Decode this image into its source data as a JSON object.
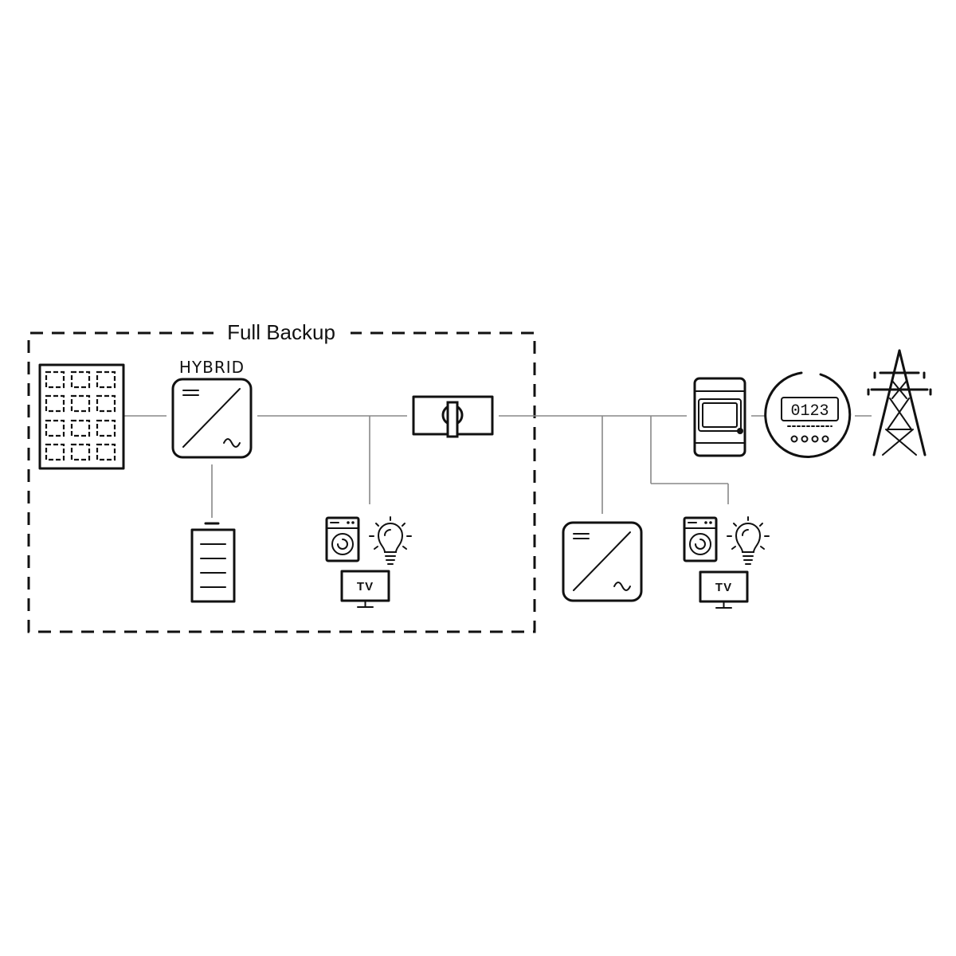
{
  "backup_zone": {
    "title": "Full Backup"
  },
  "hybrid_inverter": {
    "label": "HYBRID"
  },
  "loads": {
    "tv_label": "TV"
  },
  "utility_meter": {
    "display": "0123"
  }
}
